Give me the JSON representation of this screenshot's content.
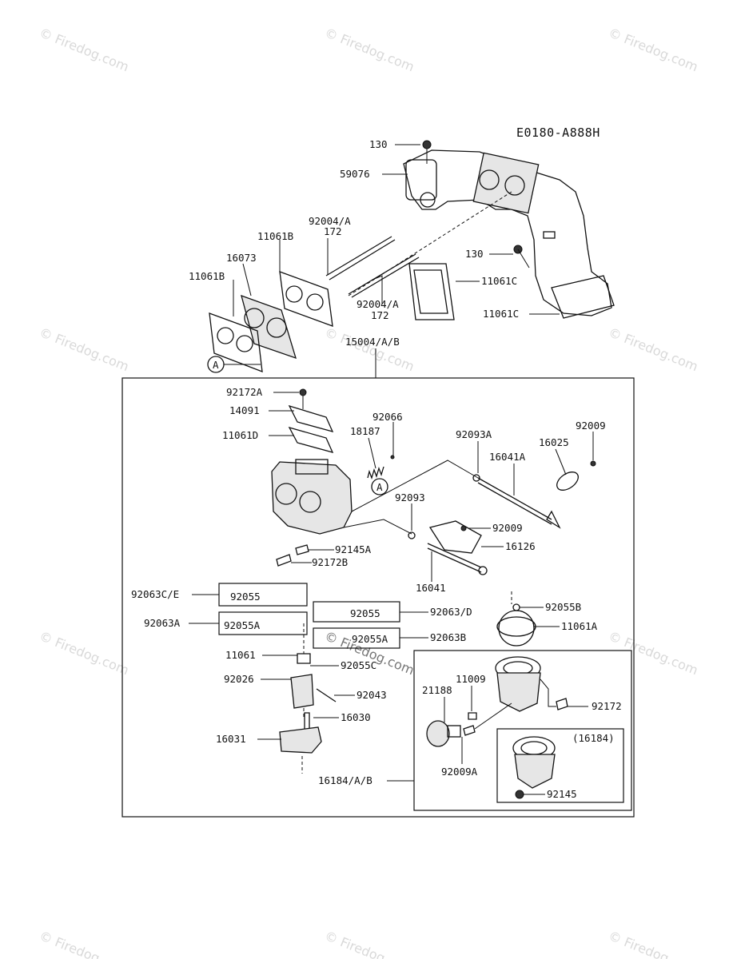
{
  "diagram_code": "E0180-A888H",
  "watermark_text": "© Firedog.com",
  "callouts": {
    "ref_a1": "A",
    "ref_a2": "A"
  },
  "labels": {
    "p130_top": "130",
    "p59076": "59076",
    "p92004a_1": "92004/A",
    "p172_1": "172",
    "p11061b_1": "11061B",
    "p16073": "16073",
    "p11061b_2": "11061B",
    "p92004a_2": "92004/A",
    "p172_2": "172",
    "p130_mid": "130",
    "p11061c_1": "11061C",
    "p11061c_2": "11061C",
    "p15004ab": "15004/A/B",
    "p92172a": "92172A",
    "p14091": "14091",
    "p92066": "92066",
    "p11061d": "11061D",
    "p18187": "18187",
    "p92093a": "92093A",
    "p92009_top": "92009",
    "p16025": "16025",
    "p16041a": "16041A",
    "p92093": "92093",
    "p92009_mid": "92009",
    "p16126": "16126",
    "p92145a": "92145A",
    "p92172b": "92172B",
    "p16041": "16041",
    "p92063ce": "92063C/E",
    "p92055_1": "92055",
    "p92063a": "92063A",
    "p92055a_1": "92055A",
    "p92055_2": "92055",
    "p92063d": "92063/D",
    "p92055a_2": "92055A",
    "p92063b": "92063B",
    "p92055b": "92055B",
    "p11061a": "11061A",
    "p11061": "11061",
    "p92055c": "92055C",
    "p92026": "92026",
    "p92043": "92043",
    "p21188": "21188",
    "p11009": "11009",
    "p92172": "92172",
    "p16030": "16030",
    "p16031": "16031",
    "p16184_paren": "(16184)",
    "p92009a": "92009A",
    "p16184ab": "16184/A/B",
    "p92145": "92145"
  }
}
